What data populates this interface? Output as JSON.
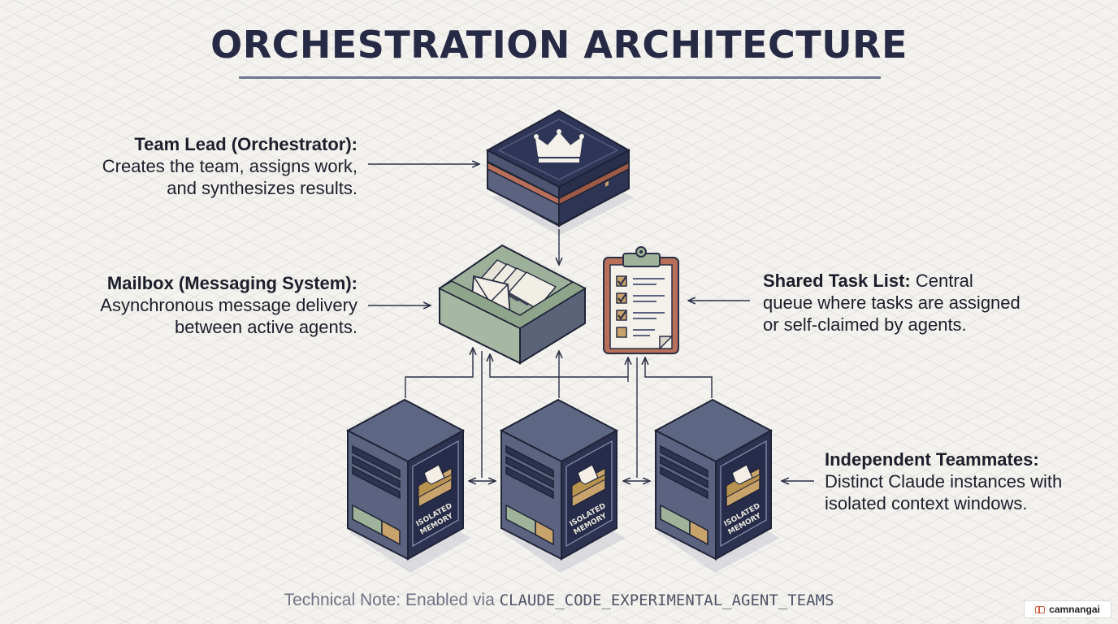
{
  "title": "ORCHESTRATION ARCHITECTURE",
  "components": {
    "team_lead": {
      "heading": "Team Lead (Orchestrator):",
      "lines": [
        "Creates the team, assigns work,",
        "and synthesizes results."
      ]
    },
    "mailbox": {
      "heading": "Mailbox (Messaging System):",
      "lines": [
        "Asynchronous message delivery",
        "between active agents."
      ]
    },
    "task_list": {
      "heading": "Shared Task List:",
      "line1_rest": " Central",
      "lines": [
        "queue where tasks are assigned",
        "or self-claimed by agents."
      ]
    },
    "teammates": {
      "heading": "Independent Teammates:",
      "lines": [
        "Distinct Claude instances with",
        "isolated context windows."
      ]
    }
  },
  "teammate_panel": {
    "line1": "ISOLATED",
    "line2": "MEMORY"
  },
  "note": {
    "prefix": "Technical Note: Enabled via ",
    "code": "CLAUDE_CODE_EXPERIMENTAL_AGENT_TEAMS"
  },
  "badge": {
    "text": "camnangai"
  },
  "colors": {
    "navy": "#2b3050",
    "slate": "#55607a",
    "copper": "#b8705a",
    "sage": "#9eb39a",
    "tan": "#c9a36c",
    "paper": "#f3efe6"
  },
  "icons": [
    "crown-icon",
    "envelope-icon",
    "clipboard-icon",
    "checkbox-icon",
    "folder-icon"
  ]
}
